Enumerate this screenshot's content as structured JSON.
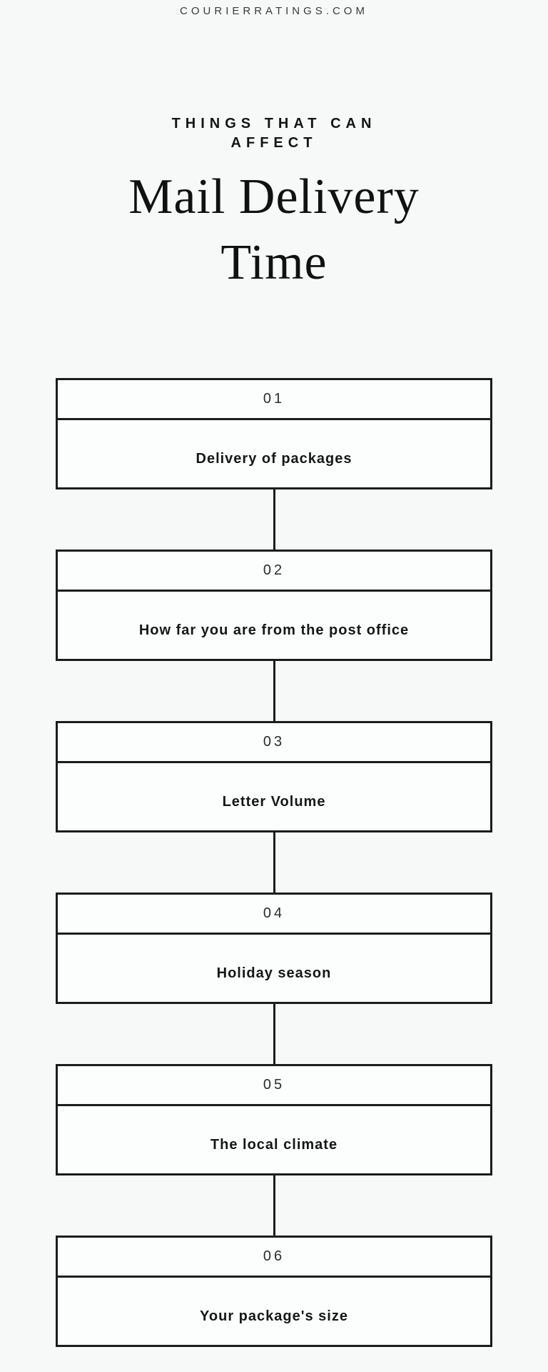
{
  "page": {
    "site_label": "COURIERRATINGS.COM",
    "kicker": "THINGS THAT CAN AFFECT",
    "title": "Mail Delivery Time"
  },
  "steps": [
    {
      "number": "01",
      "label": "Delivery of packages"
    },
    {
      "number": "02",
      "label": "How far you are from the post office"
    },
    {
      "number": "03",
      "label": "Letter Volume"
    },
    {
      "number": "04",
      "label": "Holiday season"
    },
    {
      "number": "05",
      "label": "The local climate"
    },
    {
      "number": "06",
      "label": "Your package's size"
    }
  ],
  "colors": {
    "background": "#f7f9f9",
    "box_fill": "#fcfefd",
    "border": "#1c1c1c",
    "text": "#161616",
    "muted_text": "#3a3a3a"
  }
}
